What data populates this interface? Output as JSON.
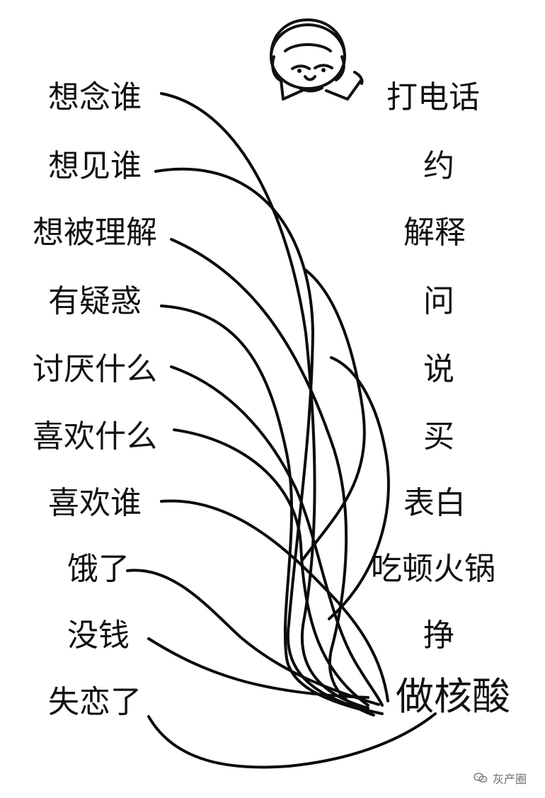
{
  "left_items": [
    "想念谁",
    "想见谁",
    "想被理解",
    "有疑惑",
    "讨厌什么",
    "喜欢什么",
    "喜欢谁",
    "饿了",
    "没钱",
    "失恋了"
  ],
  "right_items": [
    "打电话",
    "约",
    "解释",
    "问",
    "说",
    "买",
    "表白",
    "吃顿火锅",
    "挣",
    "做核酸"
  ],
  "watermark": {
    "icon": "wechat-icon",
    "text": "灰产圈"
  },
  "meme": {
    "icon": "cartoon-face-icon"
  }
}
